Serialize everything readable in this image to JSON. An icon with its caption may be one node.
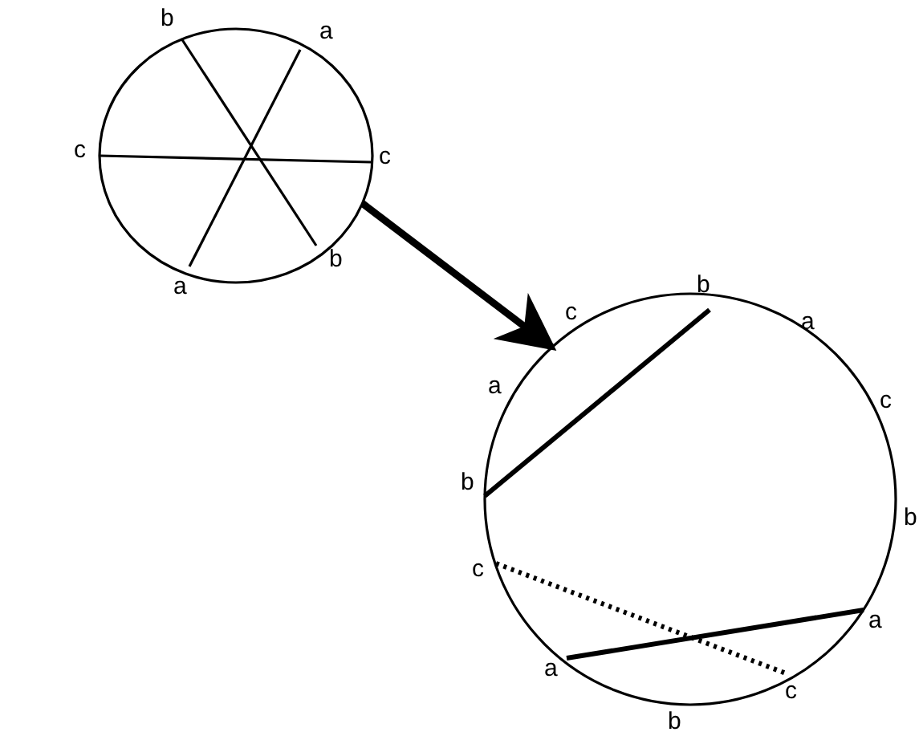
{
  "diagram": {
    "nodes": [
      {
        "text": [],
        "shape": "circle"
      },
      {
        "text": [],
        "shape": "circle"
      }
    ],
    "edges": [
      {
        "from": 0,
        "to": 1,
        "arrow": "to"
      }
    ],
    "labels": [
      "b",
      "a",
      "c",
      "c",
      "b",
      "a",
      "b",
      "c",
      "a",
      "a",
      "c",
      "b",
      "b",
      "c",
      "a",
      "a",
      "c",
      "b"
    ]
  }
}
